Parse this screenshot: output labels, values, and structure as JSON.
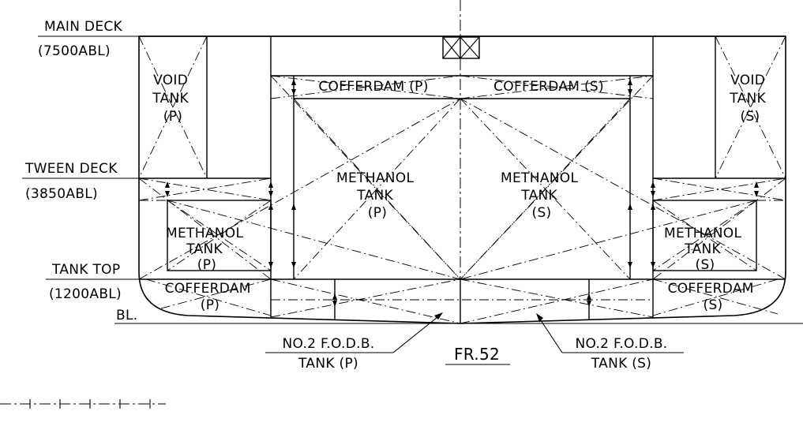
{
  "levels": {
    "main_deck": {
      "label": "MAIN DECK",
      "height": "(7500ABL)"
    },
    "tween_deck": {
      "label": "TWEEN DECK",
      "height": "(3850ABL)"
    },
    "tank_top": {
      "label": "TANK TOP",
      "height": "(1200ABL)"
    },
    "baseline": "BL."
  },
  "tanks": {
    "void_p": [
      "VOID",
      "TANK",
      "(P)"
    ],
    "void_s": [
      "VOID",
      "TANK",
      "(S)"
    ],
    "cofferdam_upper_p": "COFFERDAM (P)",
    "cofferdam_upper_s": "COFFERDAM (S)",
    "methanol_center_p": [
      "METHANOL",
      "TANK",
      "(P)"
    ],
    "methanol_center_s": [
      "METHANOL",
      "TANK",
      "(S)"
    ],
    "methanol_wing_p": [
      "METHANOL",
      "TANK",
      "(P)"
    ],
    "methanol_wing_s": [
      "METHANOL",
      "TANK",
      "(S)"
    ],
    "cofferdam_lower_p": [
      "COFFERDAM",
      "(P)"
    ],
    "cofferdam_lower_s": [
      "COFFERDAM",
      "(S)"
    ],
    "fodb_p": [
      "NO.2 F.O.D.B.",
      "TANK (P)"
    ],
    "fodb_s": [
      "NO.2 F.O.D.B.",
      "TANK (S)"
    ]
  },
  "frame": "FR.52"
}
